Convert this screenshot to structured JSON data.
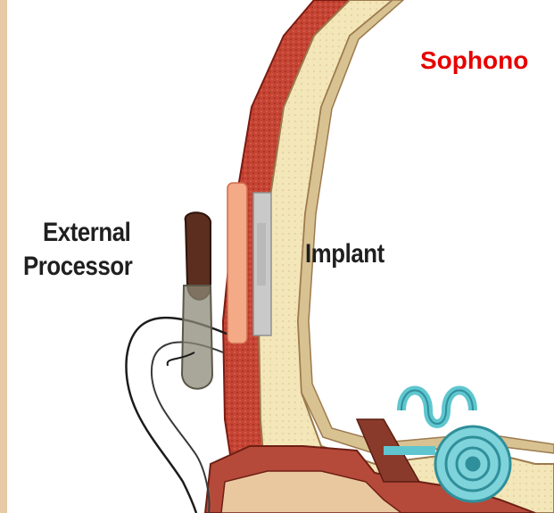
{
  "brand": {
    "text": "Sophono",
    "color": "#e60000"
  },
  "labels": {
    "external_line1": "External",
    "external_line2": "Processor",
    "implant": "Implant"
  },
  "colors": {
    "skin": "#c0392b",
    "bone": "#f3e6b8",
    "bone_outline": "#9c7a4e",
    "processor": "#5b2e1f",
    "magnet": "#f4a987",
    "implant": "#c9c9c9",
    "cochlea": "#5fc6cf"
  }
}
